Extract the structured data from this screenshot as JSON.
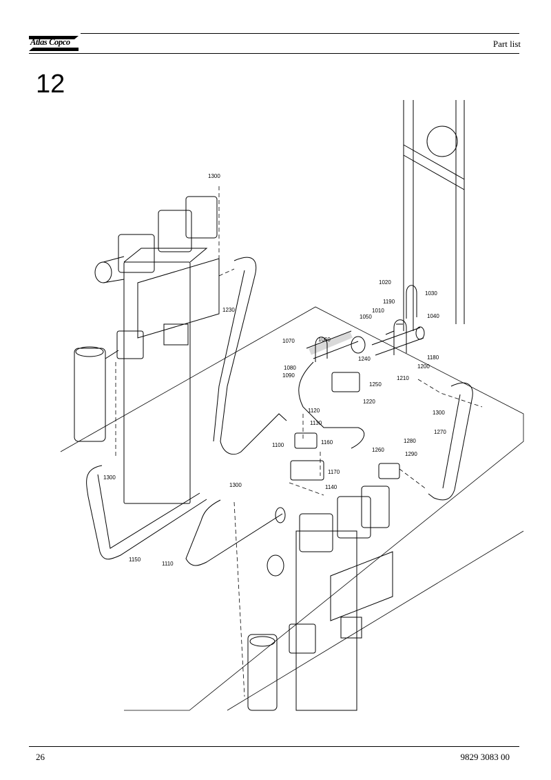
{
  "header": {
    "brand": "Atlas Copco",
    "section_label": "Part list"
  },
  "section_number": "12",
  "drawing": {
    "callouts": [
      "1300",
      "1230",
      "1020",
      "1190",
      "1030",
      "1010",
      "1040",
      "1050",
      "1070",
      "1060",
      "1240",
      "1180",
      "1080",
      "1090",
      "1250",
      "1210",
      "1200",
      "1220",
      "1300",
      "1120",
      "1130",
      "1100",
      "1160",
      "1280",
      "1260",
      "1290",
      "1270",
      "1170",
      "1300",
      "1140",
      "1300",
      "1150",
      "1110"
    ]
  },
  "footer": {
    "page_number": "26",
    "document_number": "9829 3083 00"
  }
}
